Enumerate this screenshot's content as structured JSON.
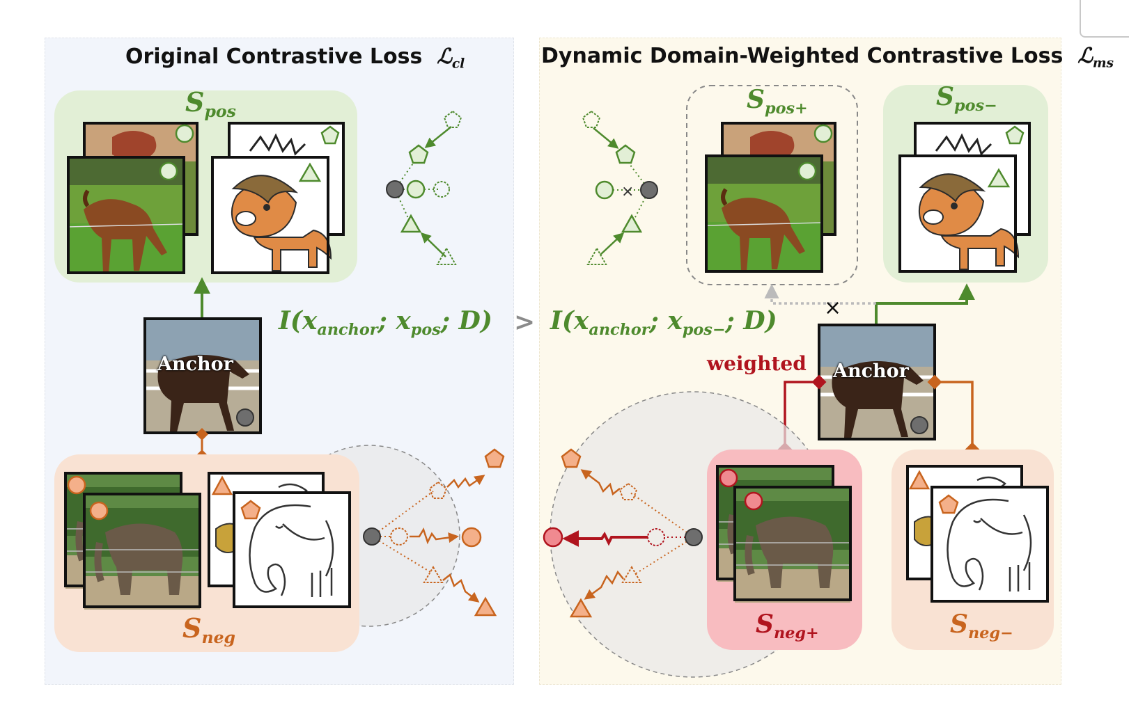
{
  "left_panel": {
    "title": "Original Contrastive Loss",
    "loss_symbol": "ℒ",
    "loss_sub": "cl",
    "pos_set": {
      "letter": "S",
      "sub": "pos"
    },
    "neg_set": {
      "letter": "S",
      "sub": "neg"
    },
    "anchor_label": "Anchor"
  },
  "right_panel": {
    "title": "Dynamic Domain-Weighted Contrastive Loss",
    "loss_symbol": "ℒ",
    "loss_sub": "ms",
    "pos_plus_set": {
      "letter": "S",
      "sub": "pos+"
    },
    "pos_minus_set": {
      "letter": "S",
      "sub": "pos−"
    },
    "neg_plus_set": {
      "letter": "S",
      "sub": "neg+"
    },
    "neg_minus_set": {
      "letter": "S",
      "sub": "neg−"
    },
    "anchor_label": "Anchor",
    "weighted_label": "weighted"
  },
  "formula": {
    "left": {
      "fn": "I",
      "a": "x",
      "a_sub": "anchor",
      "b": "x",
      "b_sub": "pos",
      "c": "D"
    },
    "operator": ">",
    "right": {
      "fn": "I",
      "a": "x",
      "a_sub": "anchor",
      "b": "x",
      "b_sub": "pos−",
      "c": "D"
    }
  },
  "colors": {
    "positive_green": "#4e8a2d",
    "positive_bg": "#e2efd6",
    "negative_orange": "#c8641e",
    "negative_bg": "#f9e2d3",
    "weighted_red": "#b0141e",
    "neg_plus_bg": "#f8bcc0",
    "anchor_node": "#6e6e6e"
  },
  "icons": [
    "circle-icon",
    "triangle-icon",
    "pentagon-icon",
    "cross-icon",
    "horse-photo",
    "horse-cartoon",
    "elephant-photo",
    "elephant-sketch",
    "dog-sketch"
  ]
}
